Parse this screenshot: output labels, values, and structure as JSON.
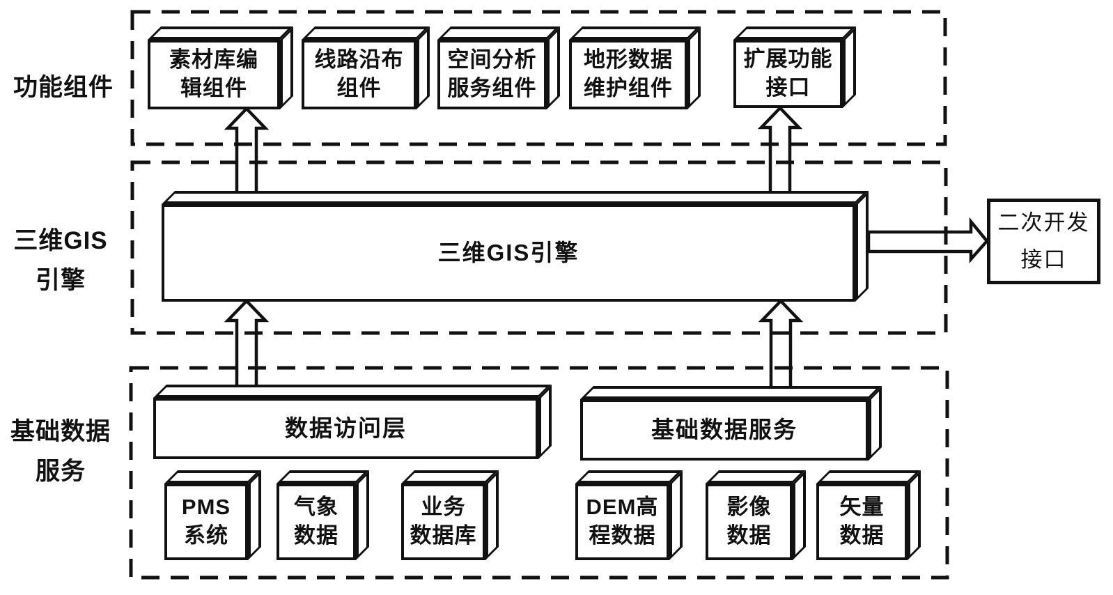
{
  "diagram": {
    "row_labels": {
      "functional": "功能组件",
      "engine_line1": "三维GIS",
      "engine_line2": "引擎",
      "base_data_line1": "基础数据",
      "base_data_line2": "服务"
    },
    "functional_boxes": [
      {
        "line1": "素材库编",
        "line2": "辑组件"
      },
      {
        "line1": "线路沿布",
        "line2": "组件"
      },
      {
        "line1": "空间分析",
        "line2": "服务组件"
      },
      {
        "line1": "地形数据",
        "line2": "维护组件"
      },
      {
        "line1": "扩展功能",
        "line2": "接口"
      }
    ],
    "engine_bar_label": "三维GIS引擎",
    "sdk_box": {
      "line1": "二次开发",
      "line2": "接口"
    },
    "data_access_bar_label": "数据访问层",
    "base_data_bar_label": "基础数据服务",
    "data_sources_left": [
      {
        "line1": "PMS",
        "line2": "系统"
      },
      {
        "line1": "气象",
        "line2": "数据"
      },
      {
        "line1": "业务",
        "line2": "数据库"
      }
    ],
    "data_sources_right": [
      {
        "line1": "DEM高",
        "line2": "程数据"
      },
      {
        "line1": "影像",
        "line2": "数据"
      },
      {
        "line1": "矢量",
        "line2": "数据"
      }
    ],
    "colors": {
      "line": "#111111",
      "background": "#ffffff"
    }
  }
}
